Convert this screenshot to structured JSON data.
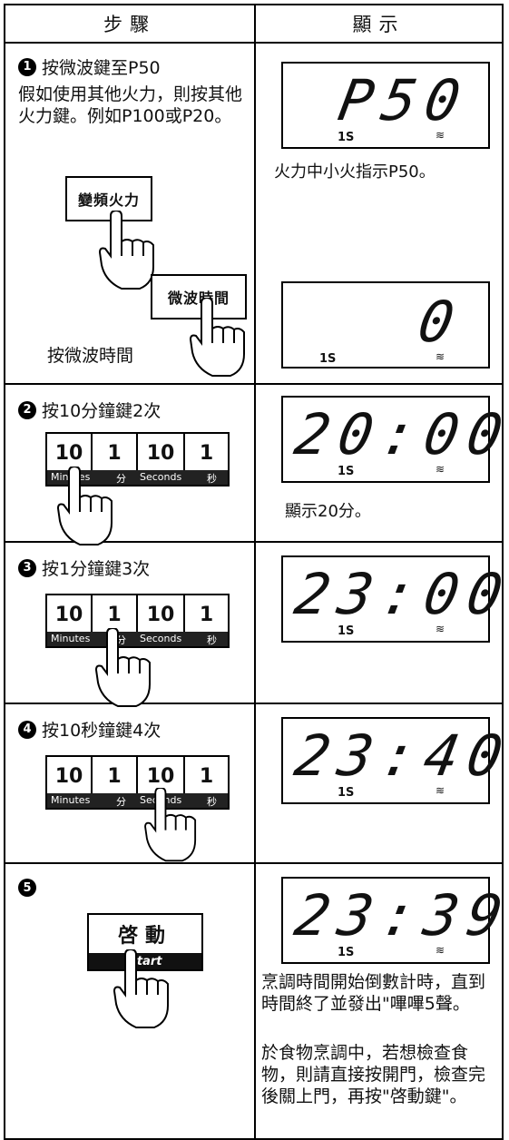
{
  "header": {
    "steps": "步驟",
    "display": "顯示"
  },
  "icons": {
    "hand": "pointing-hand-icon",
    "heater": "heat-waves-icon",
    "step_marker": "filled-circle-number-icon"
  },
  "rows": [
    {
      "num": "1",
      "title": "按微波鍵至P50",
      "desc": "假如使用其他火力，則按其他火力鍵。例如P100或P20。",
      "button1": "變頻火力",
      "button2": "微波時間",
      "press_label": "按微波時間",
      "lcd1": "P50",
      "lcd1_caption": "火力中小火指示P50。",
      "lcd2": "0",
      "lcd_small": "1S"
    },
    {
      "num": "2",
      "title": "按10分鐘鍵2次",
      "lcd": "20:00",
      "caption": "顯示20分。"
    },
    {
      "num": "3",
      "title": "按1分鐘鍵3次",
      "lcd": "23:00"
    },
    {
      "num": "4",
      "title": "按10秒鐘鍵4次",
      "lcd": "23:40"
    },
    {
      "num": "5",
      "start_top": "啓動",
      "start_bottom": "Start",
      "lcd": "23:39",
      "caption1": "烹調時間開始倒數計時，直到時間終了並發出\"嗶嗶5聲。",
      "caption2": "於食物烹調中，若想檢查食物，則請直接按開門，檢查完後關上門，再按\"啓動鍵\"。"
    }
  ],
  "keypad": {
    "keys": [
      "10",
      "1",
      "10",
      "1"
    ],
    "labels": [
      "Minutes",
      "分",
      "Seconds",
      "秒"
    ]
  },
  "lcd_small": "1S"
}
